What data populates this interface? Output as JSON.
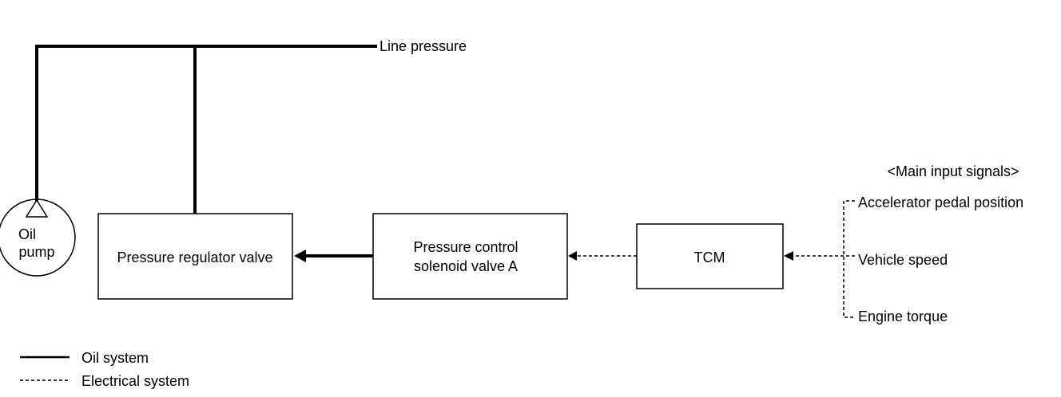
{
  "oil_pump": {
    "line1": "Oil",
    "line2": "pump"
  },
  "line_pressure": "Line pressure",
  "pressure_regulator_valve": "Pressure regulator valve",
  "pressure_control_solenoid": {
    "line1": "Pressure control",
    "line2": "solenoid valve A"
  },
  "tcm": "TCM",
  "main_input_signals": {
    "title": "<Main input signals>",
    "items": [
      "Accelerator pedal position",
      "Vehicle speed",
      "Engine torque"
    ]
  },
  "legend": {
    "oil_system": "Oil system",
    "electrical_system": "Electrical system"
  }
}
